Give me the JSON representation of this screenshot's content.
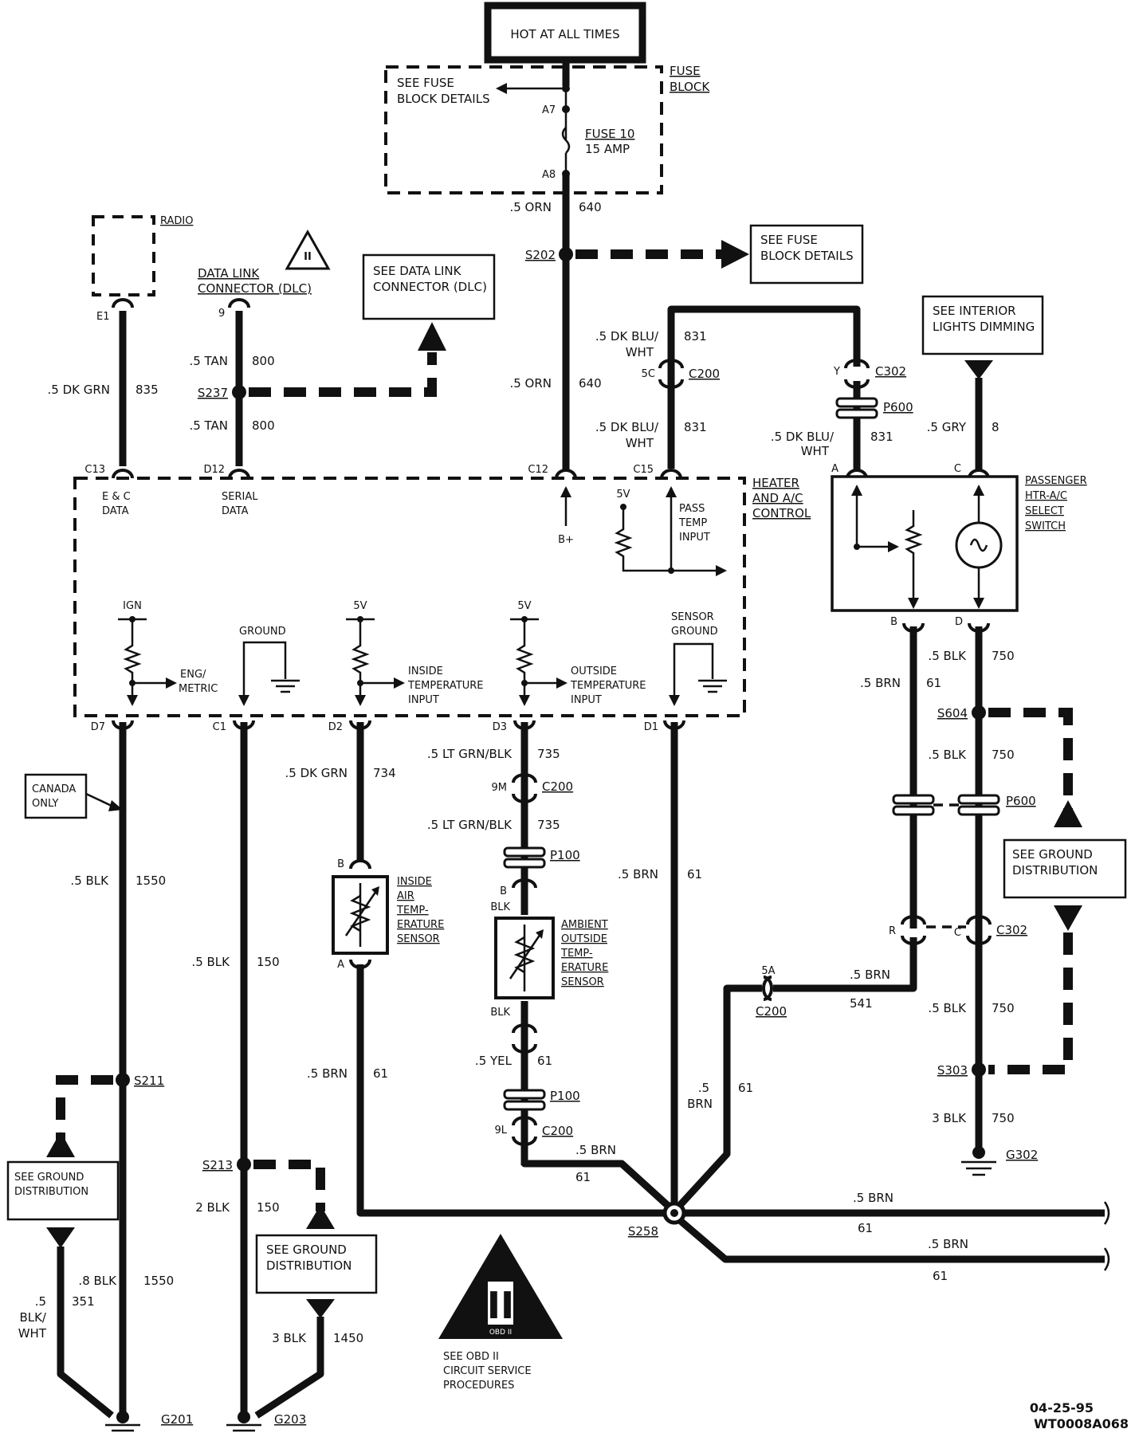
{
  "header": {
    "hot_at_all_times": "HOT AT ALL TIMES"
  },
  "fuse_block": {
    "title_line1": "FUSE",
    "title_line2": "BLOCK",
    "see_details_line1": "SEE FUSE",
    "see_details_line2": "BLOCK DETAILS",
    "terminal_top": "A7",
    "terminal_bottom": "A8",
    "fuse_name": "FUSE 10",
    "fuse_rating": "15 AMP"
  },
  "radio": {
    "label": "RADIO",
    "terminal": "E1"
  },
  "dlc": {
    "label_line1": "DATA LINK",
    "label_line2": "CONNECTOR (DLC)",
    "terminal": "9",
    "see_line1": "SEE DATA LINK",
    "see_line2": "CONNECTOR (DLC)"
  },
  "splices": {
    "s202": "S202",
    "s237": "S237",
    "s604": "S604",
    "s303": "S303",
    "s211": "S211",
    "s213": "S213",
    "s258": "S258"
  },
  "see_fuse_right": {
    "line1": "SEE FUSE",
    "line2": "BLOCK DETAILS"
  },
  "see_interior": {
    "line1": "SEE INTERIOR",
    "line2": "LIGHTS DIMMING"
  },
  "wires": {
    "w640_top": {
      "size": ".5 ORN",
      "circuit": "640"
    },
    "w640_mid": {
      "size": ".5 ORN",
      "circuit": "640"
    },
    "w835": {
      "size": ".5 DK GRN",
      "circuit": "835"
    },
    "w800_top": {
      "size": ".5 TAN",
      "circuit": "800"
    },
    "w800_bot": {
      "size": ".5 TAN",
      "circuit": "800"
    },
    "w831_top": {
      "size1": ".5 DK BLU/",
      "size2": "WHT",
      "circuit": "831"
    },
    "w831_mid": {
      "size1": ".5 DK BLU/",
      "size2": "WHT",
      "circuit": "831"
    },
    "w831_right": {
      "size1": ".5 DK BLU/",
      "size2": "WHT",
      "circuit": "831"
    },
    "w8": {
      "size": ".5 GRY",
      "circuit": "8"
    },
    "w750_a": {
      "size": ".5 BLK",
      "circuit": "750"
    },
    "w61_a": {
      "size": ".5 BRN",
      "circuit": "61"
    },
    "w750_b": {
      "size": ".5 BLK",
      "circuit": "750"
    },
    "w541": {
      "size": ".5 BRN",
      "circuit": "541"
    },
    "w750_c": {
      "size": ".5 BLK",
      "circuit": "750"
    },
    "w750_d": {
      "size": "3 BLK",
      "circuit": "750"
    },
    "w1550_a": {
      "size": ".5 BLK",
      "circuit": "1550"
    },
    "w150_a": {
      "size": ".5 BLK",
      "circuit": "150"
    },
    "w734": {
      "size": ".5 DK GRN",
      "circuit": "734"
    },
    "w61_inside": {
      "size": ".5 BRN",
      "circuit": "61"
    },
    "w735_a": {
      "size": ".5 LT GRN/BLK",
      "circuit": "735"
    },
    "w735_b": {
      "size": ".5 LT GRN/BLK",
      "circuit": "735"
    },
    "w61_center": {
      "size": ".5 BRN",
      "circuit": "61"
    },
    "w61_yel": {
      "size": ".5 YEL",
      "circuit": "61"
    },
    "w61_ambient": {
      "size": ".5 BRN",
      "circuit": "61"
    },
    "w61_diag": {
      "size1": ".5",
      "size2": "BRN",
      "circuit": "61"
    },
    "w61_out1": {
      "size": ".5 BRN",
      "circuit": "61"
    },
    "w61_out2": {
      "size": ".5 BRN",
      "circuit": "61"
    },
    "w1550_b": {
      "size": ".8 BLK",
      "circuit": "1550"
    },
    "w351": {
      "size1": ".5",
      "size2": "BLK/",
      "size3": "WHT",
      "circuit": "351"
    },
    "w150_b": {
      "size": "2 BLK",
      "circuit": "150"
    },
    "w1450": {
      "size": "3 BLK",
      "circuit": "1450"
    }
  },
  "connectors": {
    "c200_5c": {
      "pin": "5C",
      "name": "C200"
    },
    "c302_y": {
      "pin": "Y",
      "name": "C302"
    },
    "p600_top": {
      "name": "P600"
    },
    "c200_9m": {
      "pin": "9M",
      "name": "C200"
    },
    "p100_a": {
      "name": "P100"
    },
    "p600_mid": {
      "name": "P600"
    },
    "c302_rc": {
      "pin_r": "R",
      "pin_c": "C",
      "name": "C302"
    },
    "c200_5a": {
      "pin": "5A",
      "name": "C200"
    },
    "p100_b": {
      "name": "P100"
    },
    "c200_9l": {
      "pin": "9L",
      "name": "C200"
    }
  },
  "control": {
    "title_line1": "HEATER",
    "title_line2": "AND A/C",
    "title_line3": "CONTROL",
    "pins_top": [
      "C13",
      "D12",
      "C12",
      "C15"
    ],
    "pins_bottom": [
      "D7",
      "C1",
      "D2",
      "D3",
      "D1"
    ],
    "ec_data_line1": "E & C",
    "ec_data_line2": "DATA",
    "serial_line1": "SERIAL",
    "serial_line2": "DATA",
    "bplus": "B+",
    "v5_top": "5V",
    "pass_line1": "PASS",
    "pass_line2": "TEMP",
    "pass_line3": "INPUT",
    "ign": "IGN",
    "eng_line1": "ENG/",
    "eng_line2": "METRIC",
    "ground": "GROUND",
    "v5_inside": "5V",
    "inside_line1": "INSIDE",
    "inside_line2": "TEMPERATURE",
    "inside_line3": "INPUT",
    "v5_outside": "5V",
    "outside_line1": "OUTSIDE",
    "outside_line2": "TEMPERATURE",
    "outside_line3": "INPUT",
    "sensor_line1": "SENSOR",
    "sensor_line2": "GROUND"
  },
  "switch": {
    "line1": "PASSENGER",
    "line2": "HTR-A/C",
    "line3": "SELECT",
    "line4": "SWITCH",
    "pin_a": "A",
    "pin_c": "C",
    "pin_b": "B",
    "pin_d": "D"
  },
  "inside_sensor": {
    "line1": "INSIDE",
    "line2": "AIR",
    "line3": "TEMP-",
    "line4": "ERATURE",
    "line5": "SENSOR",
    "pin_b": "B",
    "pin_a": "A"
  },
  "ambient_sensor": {
    "line1": "AMBIENT",
    "line2": "OUTSIDE",
    "line3": "TEMP-",
    "line4": "ERATURE",
    "line5": "SENSOR",
    "pin_b": "B",
    "blk_top": "BLK",
    "blk_bottom": "BLK"
  },
  "canada": {
    "line1": "CANADA",
    "line2": "ONLY"
  },
  "see_ground_right": {
    "line1": "SEE GROUND",
    "line2": "DISTRIBUTION"
  },
  "see_ground_left": {
    "line1": "SEE GROUND",
    "line2": "DISTRIBUTION"
  },
  "see_ground_mid": {
    "line1": "SEE GROUND",
    "line2": "DISTRIBUTION"
  },
  "grounds": {
    "g201": "G201",
    "g203": "G203",
    "g302": "G302"
  },
  "obd": {
    "symbol": "II",
    "badge": "OBD II",
    "line1": "SEE OBD II",
    "line2": "CIRCUIT SERVICE",
    "line3": "PROCEDURES"
  },
  "footer": {
    "date": "04-25-95",
    "code": "WT0008A068"
  }
}
